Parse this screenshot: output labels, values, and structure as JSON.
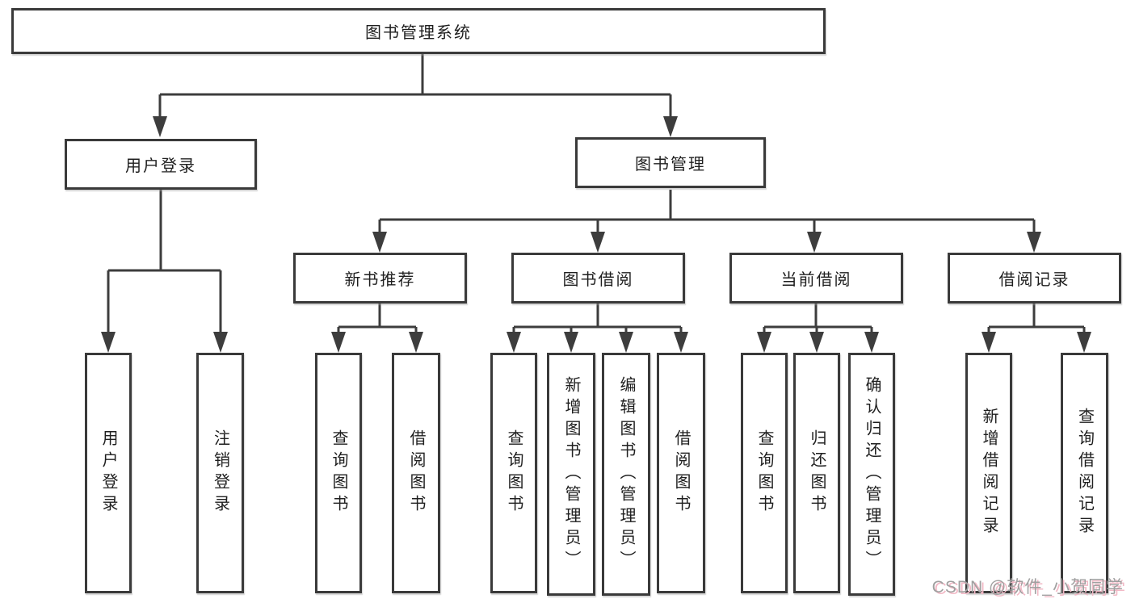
{
  "diagram": {
    "root": {
      "label": "图书管理系统"
    },
    "level2": [
      {
        "label": "用户登录"
      },
      {
        "label": "图书管理"
      }
    ],
    "level3": [
      {
        "label": "新书推荐"
      },
      {
        "label": "图书借阅"
      },
      {
        "label": "当前借阅"
      },
      {
        "label": "借阅记录"
      }
    ],
    "leaves": [
      {
        "label": "用户登录"
      },
      {
        "label": "注销登录"
      },
      {
        "label": "查询图书"
      },
      {
        "label": "借阅图书"
      },
      {
        "label": "查询图书"
      },
      {
        "label": "新增图书（管理员）"
      },
      {
        "label": "编辑图书（管理员）"
      },
      {
        "label": "借阅图书"
      },
      {
        "label": "查询图书"
      },
      {
        "label": "归还图书"
      },
      {
        "label": "确认归还（管理员）"
      },
      {
        "label": "新增借阅记录"
      },
      {
        "label": "查询借阅记录"
      }
    ],
    "watermark": "CSDN @软件_小贺同学",
    "colors": {
      "line": "#3d3d3d",
      "text": "#1f1f1f",
      "watermark_gray": "#a0a0a0",
      "watermark_pink": "#f2b9c6"
    }
  }
}
